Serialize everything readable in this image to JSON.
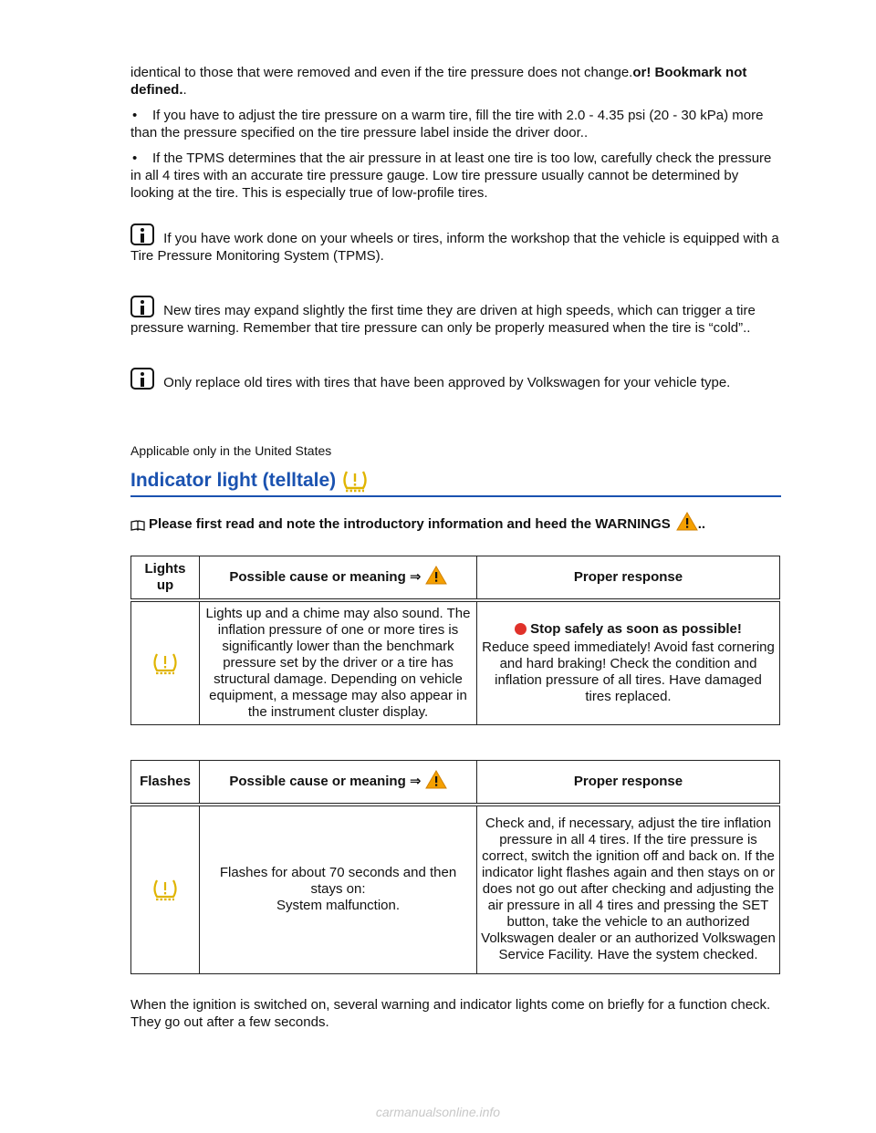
{
  "intro_para": {
    "text": "identical to those that were removed and even if the tire pressure does not change.",
    "bold_tail": "or! Bookmark not defined.",
    "end": "."
  },
  "bullets": [
    "If you have to adjust the tire pressure on a warm tire, fill the tire with 2.0 - 4.35 psi (20 - 30 kPa) more than the pressure specified on the tire pressure label inside the driver door..",
    "If the TPMS determines that the air pressure in at least one tire is too low, carefully check the pressure in all 4 tires with an accurate tire pressure gauge. Low tire pressure usually cannot be determined by looking at the tire. This is especially true of low-profile tires."
  ],
  "bullet_glyph": "•",
  "notes": [
    "If you have work done on your wheels or tires, inform the workshop that the vehicle is equipped with a Tire Pressure Monitoring System (TPMS).",
    "New tires may expand slightly the first time they are driven at high speeds, which can trigger a tire pressure warning. Remember that tire pressure can only be properly measured when the tire is “cold”..",
    "Only replace old tires with tires that have been approved by Volkswagen for your vehicle type."
  ],
  "applicable": "Applicable only in the United States",
  "heading": "Indicator light (telltale)",
  "intro_line": {
    "text": "Please first read and note the introductory information and heed the WARNINGS",
    "end": ".."
  },
  "table1": {
    "col1": "Lights up",
    "col2": "Possible cause or meaning ⇒",
    "col3": "Proper response",
    "cause": "Lights up and a chime may also sound. The inflation pressure of one or more tires is significantly lower than the benchmark pressure set by the driver or a tire has structural damage. Depending on vehicle equipment, a message may also appear in the instrument cluster display.",
    "response_bold": "Stop safely as soon as possible!",
    "response": "Reduce speed immediately! Avoid fast cornering and hard braking! Check the condition and inflation pressure of all tires. Have damaged tires replaced."
  },
  "table2": {
    "col1": "Flashes",
    "col2": "Possible cause or meaning ⇒",
    "col3": "Proper response",
    "cause_line1": "Flashes for about 70 seconds and then stays on:",
    "cause_line2": "System malfunction.",
    "response": "Check and, if necessary, adjust the tire inflation pressure in all 4 tires. If the tire pressure is correct, switch the ignition off and back on. If the indicator light flashes again and then stays on or does not go out after checking and adjusting the air pressure in all 4 tires and pressing the SET button, take the vehicle to an authorized Volkswagen dealer or an authorized Volkswagen Service Facility. Have the system checked."
  },
  "closing": "When the ignition is switched on, several warning and indicator lights come on briefly for a function check. They go out after a few seconds.",
  "footer": "carmanualsonline.info",
  "colors": {
    "heading_blue": "#1a52b0",
    "tpms_yellow": "#e0b400",
    "warning_orange": "#f5a000",
    "stop_red": "#e0312a",
    "watermark_gray": "#c8c8c8"
  },
  "icons": {
    "info": "info-icon",
    "tpms": "tire-pressure-warning-icon",
    "warning": "warning-triangle-icon",
    "book": "open-book-icon",
    "stop": "stop-icon"
  }
}
